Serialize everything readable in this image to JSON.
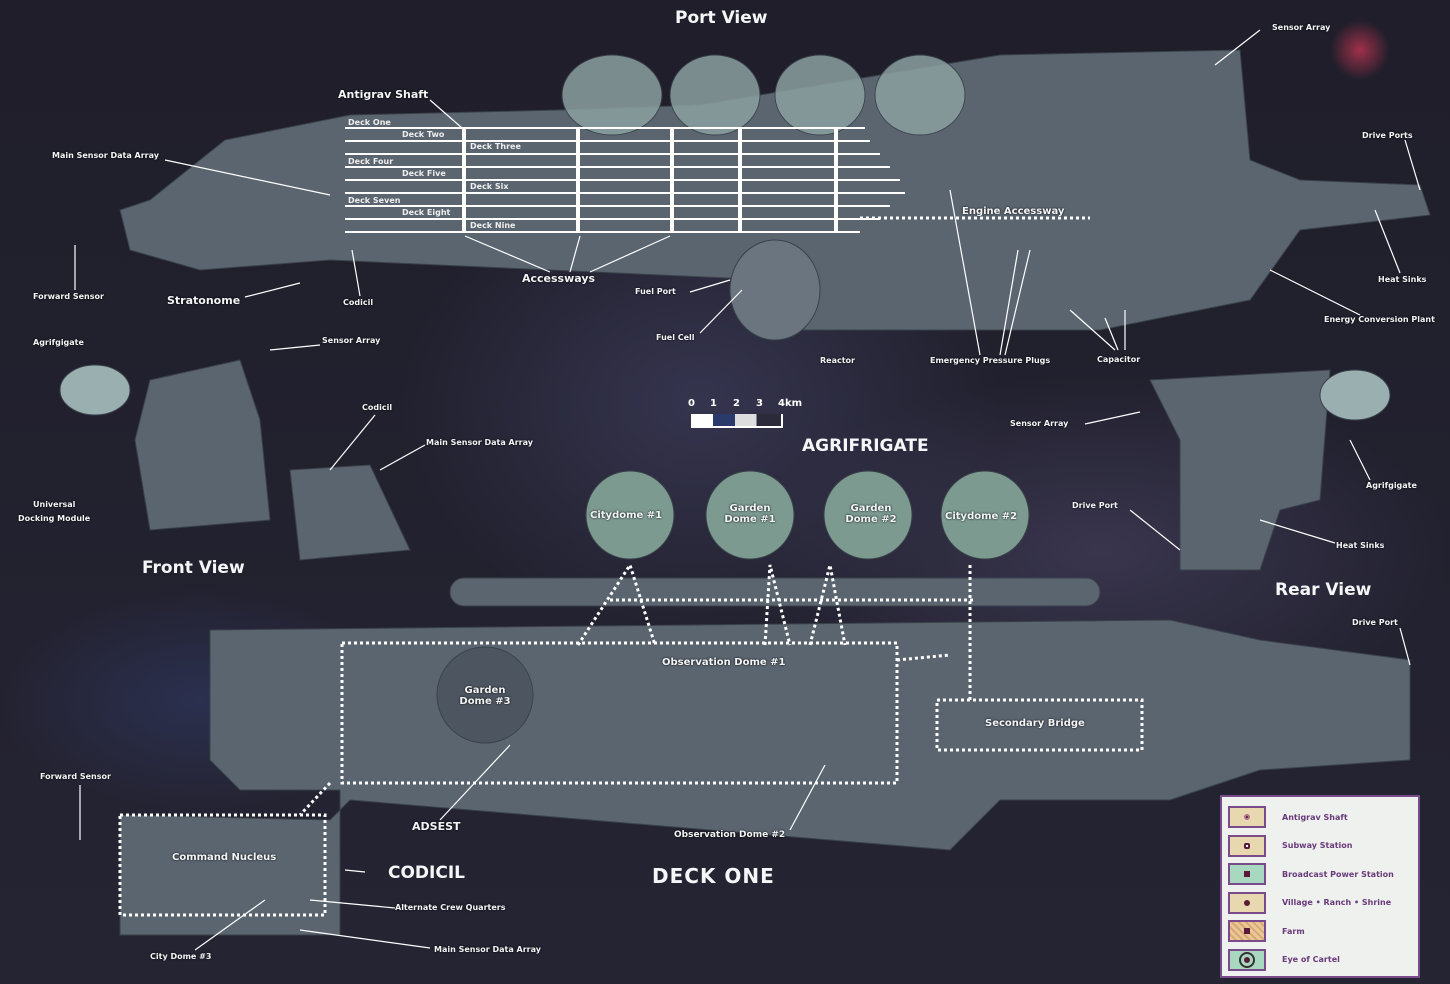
{
  "titles": {
    "port_view": "Port View",
    "front_view": "Front View",
    "rear_view": "Rear View",
    "agrifrigate": "AGRIFRIGATE",
    "deck_one": "DECK ONE",
    "codicil": "CODICIL"
  },
  "port_labels": [
    "Antigrav Shaft",
    "Main Sensor Data Array",
    "Forward Sensor",
    "Stratonome",
    "Codicil",
    "Accessways",
    "Fuel Port",
    "Fuel Cell",
    "Reactor",
    "Emergency Pressure Plugs",
    "Capacitor",
    "Energy Conversion Plant",
    "Heat Sinks",
    "Drive Ports",
    "Sensor Array",
    "Engine Accessway"
  ],
  "decks": [
    "Deck One",
    "Deck Two",
    "Deck Three",
    "Deck Four",
    "Deck Five",
    "Deck Six",
    "Deck Seven",
    "Deck Eight",
    "Deck Nine"
  ],
  "front_labels": [
    "Agrifgigate",
    "Sensor Array",
    "Codicil",
    "Main Sensor Data Array",
    "Universal",
    "Docking Module"
  ],
  "rear_labels": [
    "Sensor Array",
    "Agrifgigate",
    "Drive Port",
    "Heat Sinks"
  ],
  "deck_labels": [
    "Citydome #1",
    "Garden Dome #1",
    "Garden Dome #2",
    "Citydome #2",
    "Observation Dome #1",
    "Garden Dome #3",
    "Secondary Bridge",
    "Drive Port",
    "Forward Sensor",
    "ADSEST",
    "Observation Dome #2",
    "Command Nucleus",
    "Alternate Crew Quarters",
    "City Dome #3",
    "Main Sensor Data Array"
  ],
  "scale": {
    "ticks": [
      "0",
      "1",
      "2",
      "3",
      "4km"
    ]
  },
  "legend": [
    {
      "label": "Antigrav Shaft",
      "color": "#e8d8b0"
    },
    {
      "label": "Subway Station",
      "color": "#e8d8b0"
    },
    {
      "label": "Broadcast Power Station",
      "color": "#a8d8c0"
    },
    {
      "label": "Village • Ranch • Shrine",
      "color": "#e8d8b0"
    },
    {
      "label": "Farm",
      "color": "#e8c89a"
    },
    {
      "label": "Eye of Cartel",
      "color": "#a8d8c0"
    }
  ]
}
